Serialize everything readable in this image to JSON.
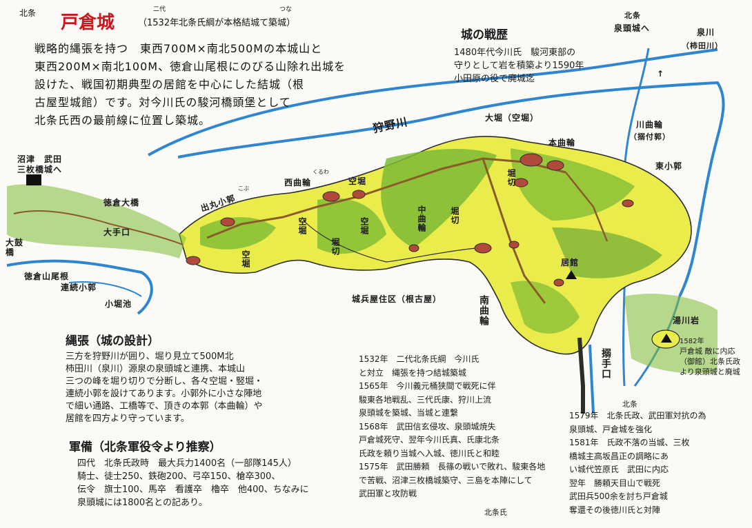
{
  "header": {
    "prefix": "北条",
    "title": "戸倉城",
    "note": "（1532年北条氏綱が本格結城て築城）",
    "ruby_nidai": "二代",
    "ruby_tsuna": "つな"
  },
  "intro": {
    "lines": [
      "戦略的縄張を持つ　東西700M×南北500Mの本城山と",
      "東西200M×南北100M、徳倉山尾根にのびる山除れ出城を",
      "設けた、戦国初期典型の居館を中心にした結城（根",
      "古屋型城館）です。対今川氏の駿河橋頭堡として",
      "北条氏西の最前線に位置し築城。"
    ]
  },
  "history_box": {
    "title": "城の戦歴",
    "lines": [
      "1480年代今川氏　駿河東部の",
      "守りとして岩を積築より1590年",
      "小田原の役で廃城迄"
    ]
  },
  "map_labels": {
    "north_sento": "北条",
    "sento_dir": "泉頭城へ",
    "izumi_river": "泉川",
    "izumi_sub": "（柿田川）",
    "kano_river": "狩野川",
    "ohori": "大堀（空堀）",
    "honkuruwa": "本曲輪",
    "kawakuruwa": "川曲輪",
    "kawakuruwa_sub": "（搦付郭）",
    "higashi": "東小郭",
    "nishi_kuruwa": "西曲輪",
    "kuruwa_ruby": "くるわ",
    "karabori_a": "空堀",
    "hokan": "堀切",
    "nakakuruwa": "中曲輪",
    "tobu_kaku": "出丸小郭",
    "kobu_ruby": "こぶ",
    "karabori_b": "空堀",
    "karabori_c": "空堀",
    "horikiri_b": "堀切",
    "horikiri_c": "堀切",
    "kyokan": "居館",
    "jouka": "城兵屋住区（根古屋）",
    "minami": "南曲輪",
    "karamete": "搦手口",
    "yumoto": "湯川岩",
    "yumoto_note_year": "1582年",
    "yumoto_note": "戸倉城 敵に内応（御館）北条氏政より泉頭城と廃城",
    "numazu": "沼津　武田",
    "sanmai": "三枚橋城へ",
    "tokurabashi": "徳倉大橋",
    "otemon": "大手口",
    "daikyo": "大鼓橋",
    "renrin": "徳倉山尾根",
    "renrin2": "連続小郭",
    "kotaike": "小堀池",
    "arrow_mark": "↑"
  },
  "nawabari": {
    "title": "縄張（城の設計）",
    "lines": [
      "三方を狩野川が囲り、堀り見立て500M北",
      "柿田川（泉川）源泉の泉頭城と連携、本城山",
      "三つの峰を堀り切りで分断し、各々空堀・竪堀・",
      "連続小郭を設けてあります。小郭外に小さな陣地",
      "で細い通路、工橋等で、頂きの本郭（本曲輪）や",
      "居館を四方より守っています。"
    ]
  },
  "military": {
    "title": "軍備（北条軍役令より推察）",
    "lines": [
      "四代　北条氏政時　最大兵力1400名（一部隊145人）",
      "騎士、徒士250、鉄砲200、弓卒150、槍卒300、",
      "伝令　旗士100、馬卒　看護卒　櫓卒　他400、ちなみに",
      "泉頭城には1800名との記あり。"
    ]
  },
  "timeline": {
    "lines": [
      "1532年　二代北条氏綱　今川氏",
      "と対立　縄張を持つ結城築城",
      "1565年　今川義元桶狭間で戦死に伴",
      "駿東各地戦乱、三代氏康、狩川上流",
      "泉頭城を築城、当城と連繋",
      "1568年　武田信玄侵攻、泉頭城焼失",
      "戸倉城死守、翌年今川氏真、氏康北条",
      "氏政を頼り当城へ入城、徳川氏と和睦",
      "1575年　武田勝頼　長篠の戦いで敗れ、駿東各地",
      "で苦戦、沼津三枚橋城築守、三島を本陣にして",
      "武田軍と攻防戦"
    ],
    "footer": "北条氏"
  },
  "timeline2": {
    "lines": [
      "1579年　北条氏政、武田軍対抗の為",
      "泉頭城、戸倉城を強化",
      "1581年　氏政不落の当城、三枚",
      "橋城主高坂昌正の調略にあ",
      "い城代笠原氏　武田に内応",
      "翌年　勝頼天目山で戦死",
      "武田兵500余を討ち戸倉城",
      "奪還その後徳川氏と対陣"
    ],
    "north": "北条"
  },
  "colors": {
    "river": "#2e86d1",
    "land_yellow": "#e9ec4a",
    "land_green": "#7dbb35",
    "land_dark": "#3b8f2e",
    "ridge": "#8b5a2b",
    "peak": "#b24a3c"
  }
}
